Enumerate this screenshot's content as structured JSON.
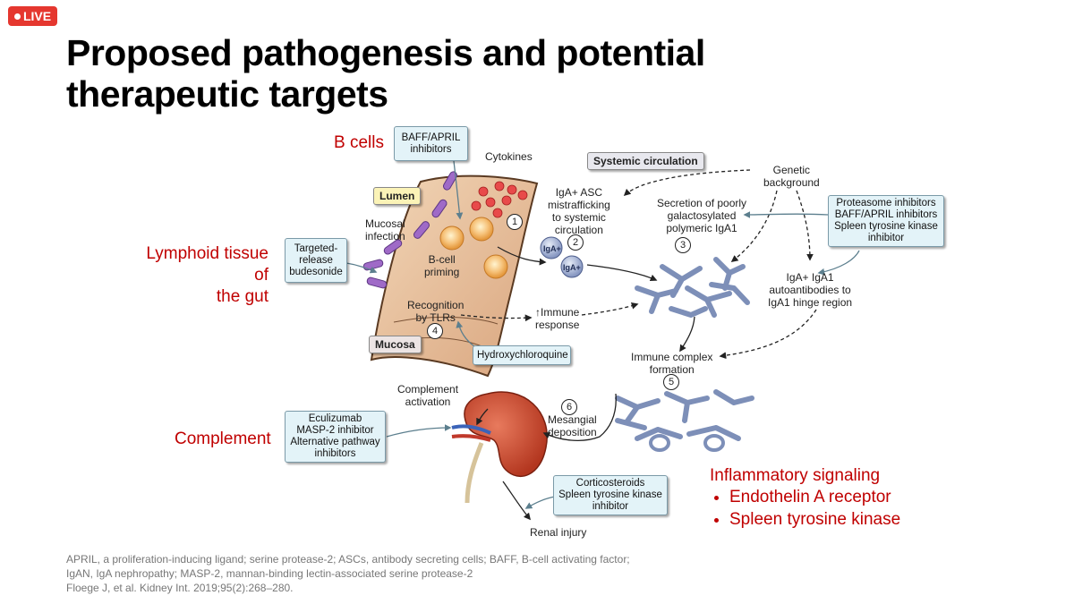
{
  "live_badge": "LIVE",
  "title": "Proposed pathogenesis and potential therapeutic targets",
  "sections": {
    "b_cells": "B cells",
    "lymphoid": [
      "Lymphoid tissue of",
      "the gut"
    ],
    "complement": "Complement",
    "inflammatory_title": "Inflammatory signaling",
    "inflammatory_items": [
      "Endothelin A receptor",
      "Spleen tyrosine kinase"
    ]
  },
  "boxes": {
    "baff": [
      "BAFF/APRIL",
      "inhibitors"
    ],
    "budesonide": [
      "Targeted-",
      "release",
      "budesonide"
    ],
    "hydroxychloroquine": [
      "Hydroxychloroquine"
    ],
    "proteasome": [
      "Proteasome inhibitors",
      "BAFF/APRIL inhibitors",
      "Spleen tyrosine kinase",
      "inhibitor"
    ],
    "eculizumab": [
      "Eculizumab",
      "MASP-2 inhibitor",
      "Alternative pathway",
      "inhibitors"
    ],
    "corticosteroids": [
      "Corticosteroids",
      "Spleen tyrosine kinase",
      "inhibitor"
    ]
  },
  "tags": {
    "lumen": "Lumen",
    "mucosa": "Mucosa",
    "systemic": "Systemic circulation"
  },
  "labels": {
    "cytokines": "Cytokines",
    "mucosal_infection": [
      "Mucosal",
      "infection"
    ],
    "bcell_priming": [
      "B-cell",
      "priming"
    ],
    "recognition": [
      "Recognition",
      "by TLRs"
    ],
    "immune_response": [
      "↑Immune",
      "response"
    ],
    "iga_asc": [
      "IgA+ ASC",
      "mistrafficking",
      "to systemic",
      "circulation"
    ],
    "secretion": [
      "Secretion of poorly",
      "galactosylated",
      "polymeric IgA1"
    ],
    "genetic": [
      "Genetic",
      "background"
    ],
    "autoantibodies": [
      "IgA+ IgA1",
      "autoantibodies to",
      "IgA1 hinge region"
    ],
    "immune_complex": [
      "Immune complex",
      "formation"
    ],
    "complement_activation": [
      "Complement",
      "activation"
    ],
    "mesangial": [
      "Mesangial",
      "deposition"
    ],
    "renal_injury": "Renal injury",
    "iga_cell_1": "IgA+",
    "iga_cell_2": "IgA+"
  },
  "steps": [
    "1",
    "2",
    "3",
    "4",
    "5",
    "6"
  ],
  "footnotes": [
    "APRIL, a proliferation-inducing ligand; serine protease-2; ASCs, antibody secreting cells; BAFF, B-cell activating factor;",
    "IgAN, IgA nephropathy; MASP-2, mannan-binding lectin-associated serine protease-2",
    "Floege J, et al. Kidney Int. 2019;95(2):268–280."
  ],
  "colors": {
    "live": "#e5372f",
    "section_red": "#c00000",
    "box_fill": "#e3f3f8",
    "lumen_tag": "#fbf3b7",
    "mucosa_tag": "#ece4e4",
    "systemic_tag": "#e8e8ee",
    "antibody": "#7d8fb8",
    "kidney": "#c7472e"
  }
}
